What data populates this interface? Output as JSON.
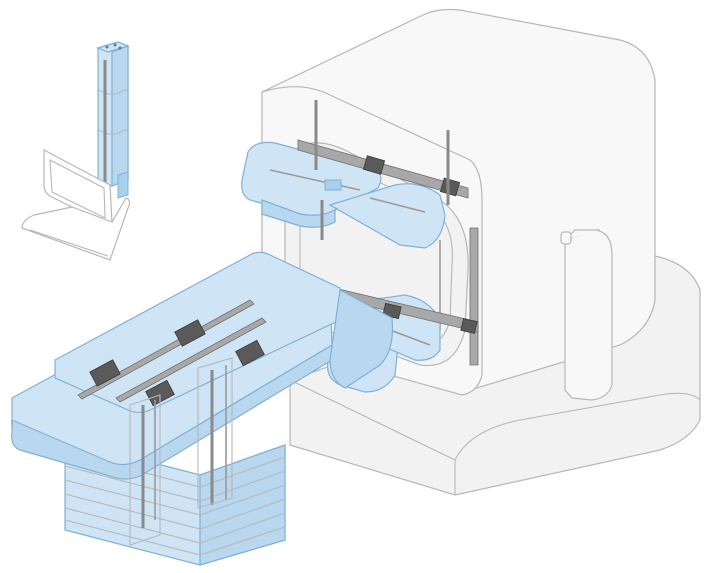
{
  "diagram": {
    "components": [
      {
        "id": "ct-gantry",
        "icon": "gantry-shape"
      },
      {
        "id": "patient-couch",
        "icon": "couch-shape"
      },
      {
        "id": "upper-immobilization-frame",
        "icon": "frame-shape"
      },
      {
        "id": "lower-immobilization-frame",
        "icon": "frame-shape"
      },
      {
        "id": "telescopic-column",
        "icon": "column-shape"
      },
      {
        "id": "tablet-monitor",
        "icon": "monitor-shape"
      }
    ],
    "colors": {
      "accent_blue": "#cfe5f6",
      "accent_blue_edge": "#7fb1d6",
      "metal_gray": "#a8a8a8",
      "metal_dark": "#5a5a5a",
      "housing": "#f8f8f8",
      "outline": "#b7b7b7"
    }
  }
}
